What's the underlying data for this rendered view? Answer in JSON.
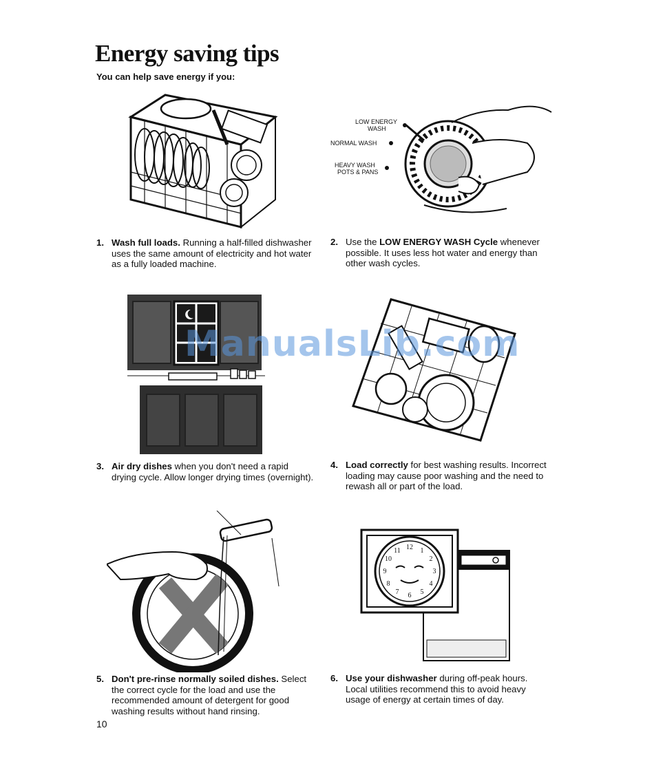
{
  "header": {
    "title": "Energy saving tips",
    "subtitle": "You can help save energy if you:"
  },
  "dial_labels": {
    "low_line1": "LOW ENERGY",
    "low_line2": "WASH",
    "normal": "NORMAL WASH",
    "heavy_line1": "HEAVY WASH",
    "heavy_line2": "POTS & PANS"
  },
  "tips": [
    {
      "number": "1.",
      "lead": "Wash full loads.",
      "text": " Running a half-filled dishwasher uses the same amount of electricity and hot water as a fully loaded machine."
    },
    {
      "number": "2.",
      "pre": "Use the ",
      "strong": "LOW ENERGY WASH Cycle",
      "text": " whenever possible. It uses less hot water and energy than other wash cycles."
    },
    {
      "number": "3.",
      "lead": "Air dry dishes",
      "text": " when you don't need a rapid drying cycle. Allow longer drying times (overnight)."
    },
    {
      "number": "4.",
      "lead": "Load correctly",
      "text": " for best washing results. Incorrect loading may cause poor washing and the need to rewash all or part of the load."
    },
    {
      "number": "5.",
      "lead": "Don't pre-rinse normally soiled dishes.",
      "text": " Select the correct cycle for the load and use the recommended amount of detergent for good washing results without hand rinsing."
    },
    {
      "number": "6.",
      "lead": "Use your dishwasher",
      "text": " during off-peak hours. Local utilities recommend this to avoid heavy usage of energy at certain times of day."
    }
  ],
  "clock_numbers": [
    "12",
    "1",
    "2",
    "3",
    "4",
    "5",
    "6",
    "7",
    "8",
    "9",
    "10",
    "11"
  ],
  "page_number": "10",
  "watermark": "ManualsLib.com"
}
